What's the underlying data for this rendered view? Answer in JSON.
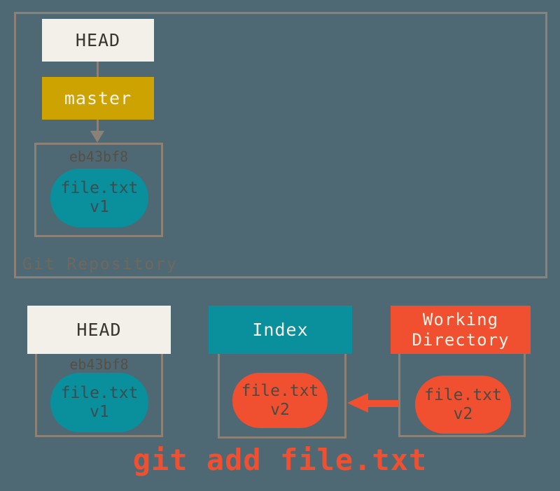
{
  "colors": {
    "background": "#4e6973",
    "border": "#8b8176",
    "cream": "#f2f0e9",
    "gold": "#cca300",
    "teal": "#0a8f9c",
    "red": "#f0502f",
    "dark_text": "#3a352f",
    "muted_label": "#564f46",
    "repo_label": "#6f685e",
    "teal_pill_text": "#3a4e50",
    "red_pill_text": "#4b4a44",
    "light_text": "#f5f2e7"
  },
  "repository": {
    "label": "Git Repository",
    "head_label": "HEAD",
    "branch_label": "master",
    "commit_id": "eb43bf8",
    "blob_file": "file.txt",
    "blob_version": "v1"
  },
  "bottom": {
    "head": {
      "label": "HEAD",
      "commit_id": "eb43bf8",
      "blob_file": "file.txt",
      "blob_version": "v1"
    },
    "index": {
      "label": "Index",
      "blob_file": "file.txt",
      "blob_version": "v2"
    },
    "working_directory": {
      "label": "Working Directory",
      "blob_file": "file.txt",
      "blob_version": "v2"
    }
  },
  "command_text": "git add file.txt"
}
